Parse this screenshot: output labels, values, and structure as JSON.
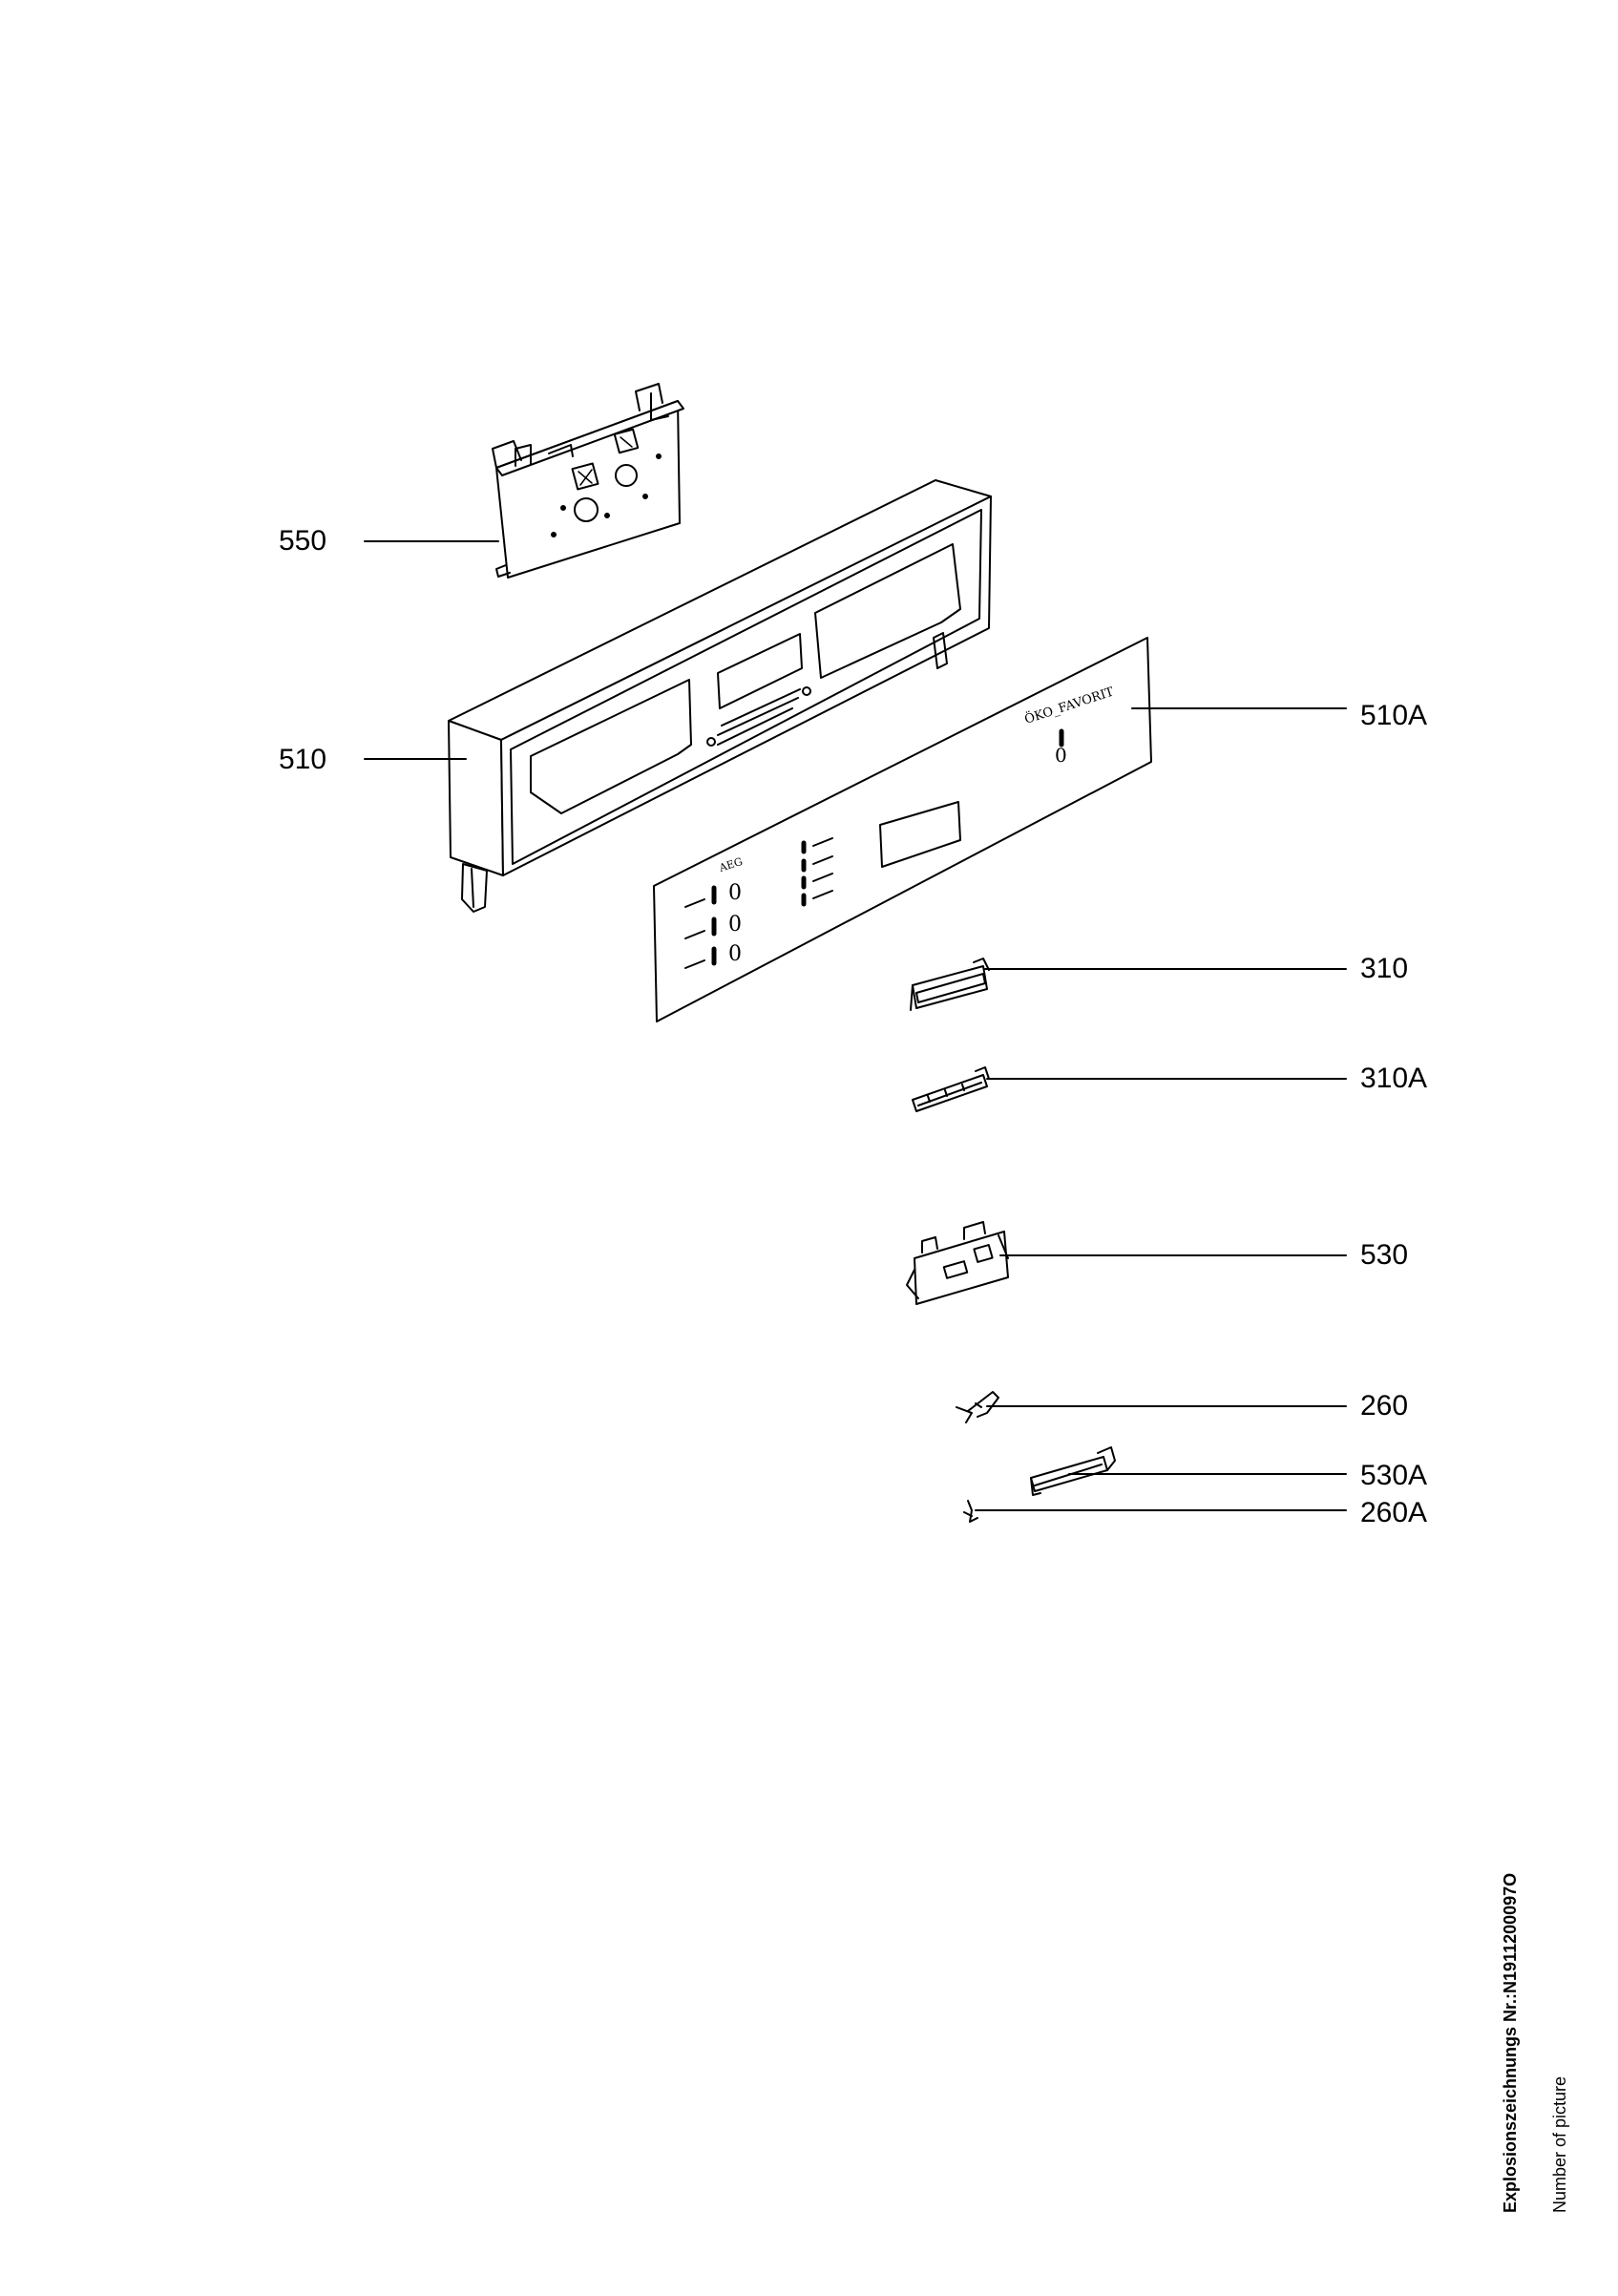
{
  "callouts": {
    "c550": "550",
    "c510": "510",
    "c510A": "510A",
    "c310": "310",
    "c310A": "310A",
    "c530": "530",
    "c260": "260",
    "c530A": "530A",
    "c260A": "260A"
  },
  "panel_print": {
    "brand": "AEG",
    "model": "ÖKO_FAVORIT"
  },
  "caption": {
    "drawing_number": "Explosionszeichnungs Nr.:N1911200097O",
    "number_of_picture": "Number of picture"
  }
}
